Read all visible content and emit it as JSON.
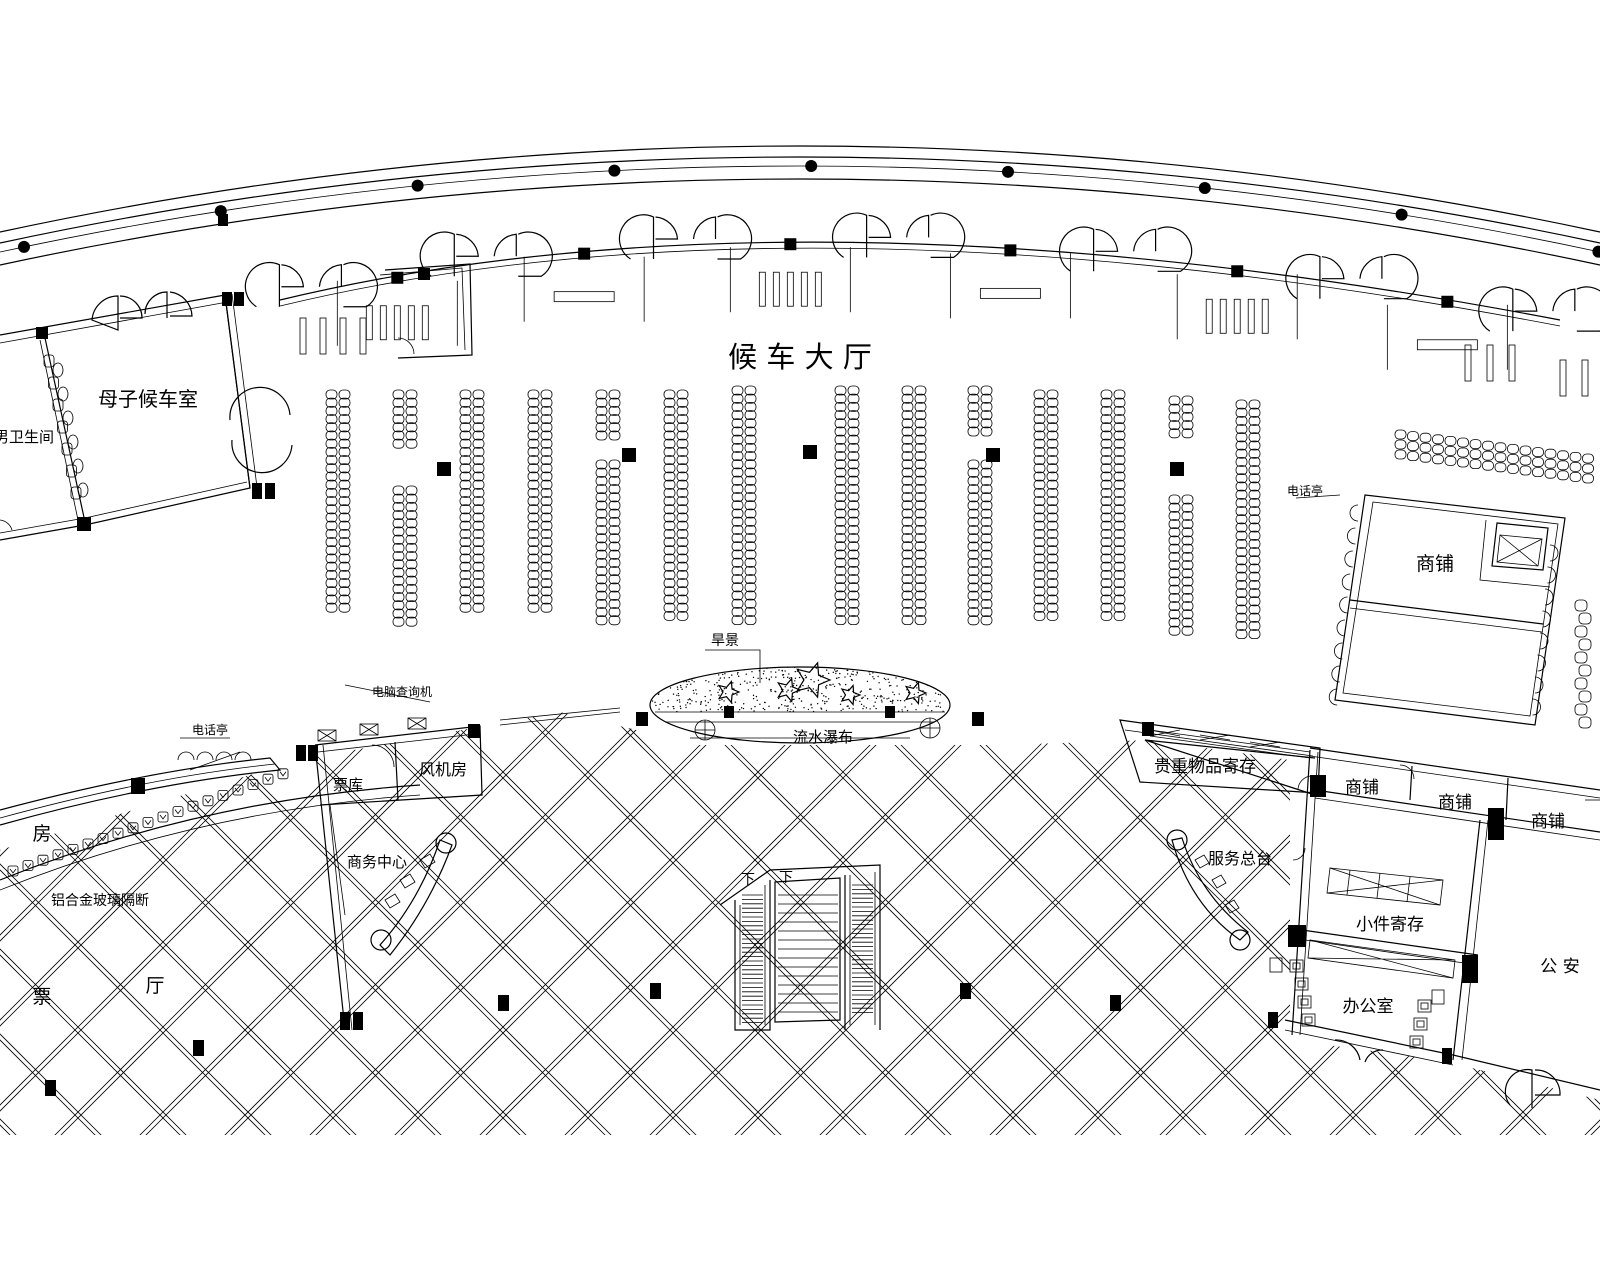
{
  "labels": {
    "waiting_hall": "候 车 大 厅",
    "mother_baby_room": "母子候车室",
    "mens_restroom": "男卫生间",
    "phone_booth_top": "电话亭",
    "shop_right": "商铺",
    "dry_landscape": "旱景",
    "waterfall": "流水瀑布",
    "ticket_query": "电脑查询机",
    "phone_booth_left": "电话亭",
    "ticket_store": "票库",
    "fan_room": "风机房",
    "business_center": "商务中心",
    "partition": "铝合金玻璃隔断",
    "room_fragment": "房",
    "ticket_char": "票",
    "hall_char": "厅",
    "down_left": "下",
    "down_right": "下",
    "valuables_storage": "贵重物品寄存",
    "shop_1": "商铺",
    "shop_2": "商铺",
    "shop_3": "商铺",
    "service_desk": "服务总台",
    "small_storage": "小件寄存",
    "police": "公 安",
    "office": "办公室"
  }
}
